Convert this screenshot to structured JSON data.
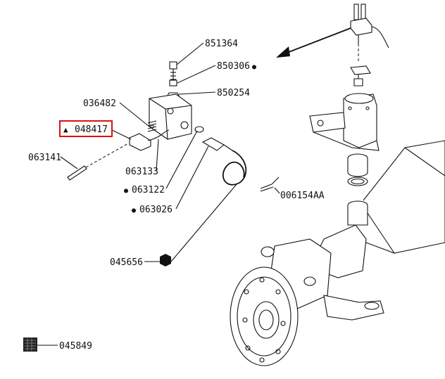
{
  "parts": {
    "p851364": "851364",
    "p850306": "850306",
    "p850254": "850254",
    "p036482": "036482",
    "p048417": "048417",
    "p063141": "063141",
    "p063133": "063133",
    "p063122": "063122",
    "p063026": "063026",
    "p006154AA": "006154AA",
    "p045656": "045656",
    "p045849": "045849"
  },
  "markers": {
    "dot": "●",
    "triangle": "▲"
  },
  "colors": {
    "highlight": "#dd1111",
    "ink": "#111111"
  }
}
